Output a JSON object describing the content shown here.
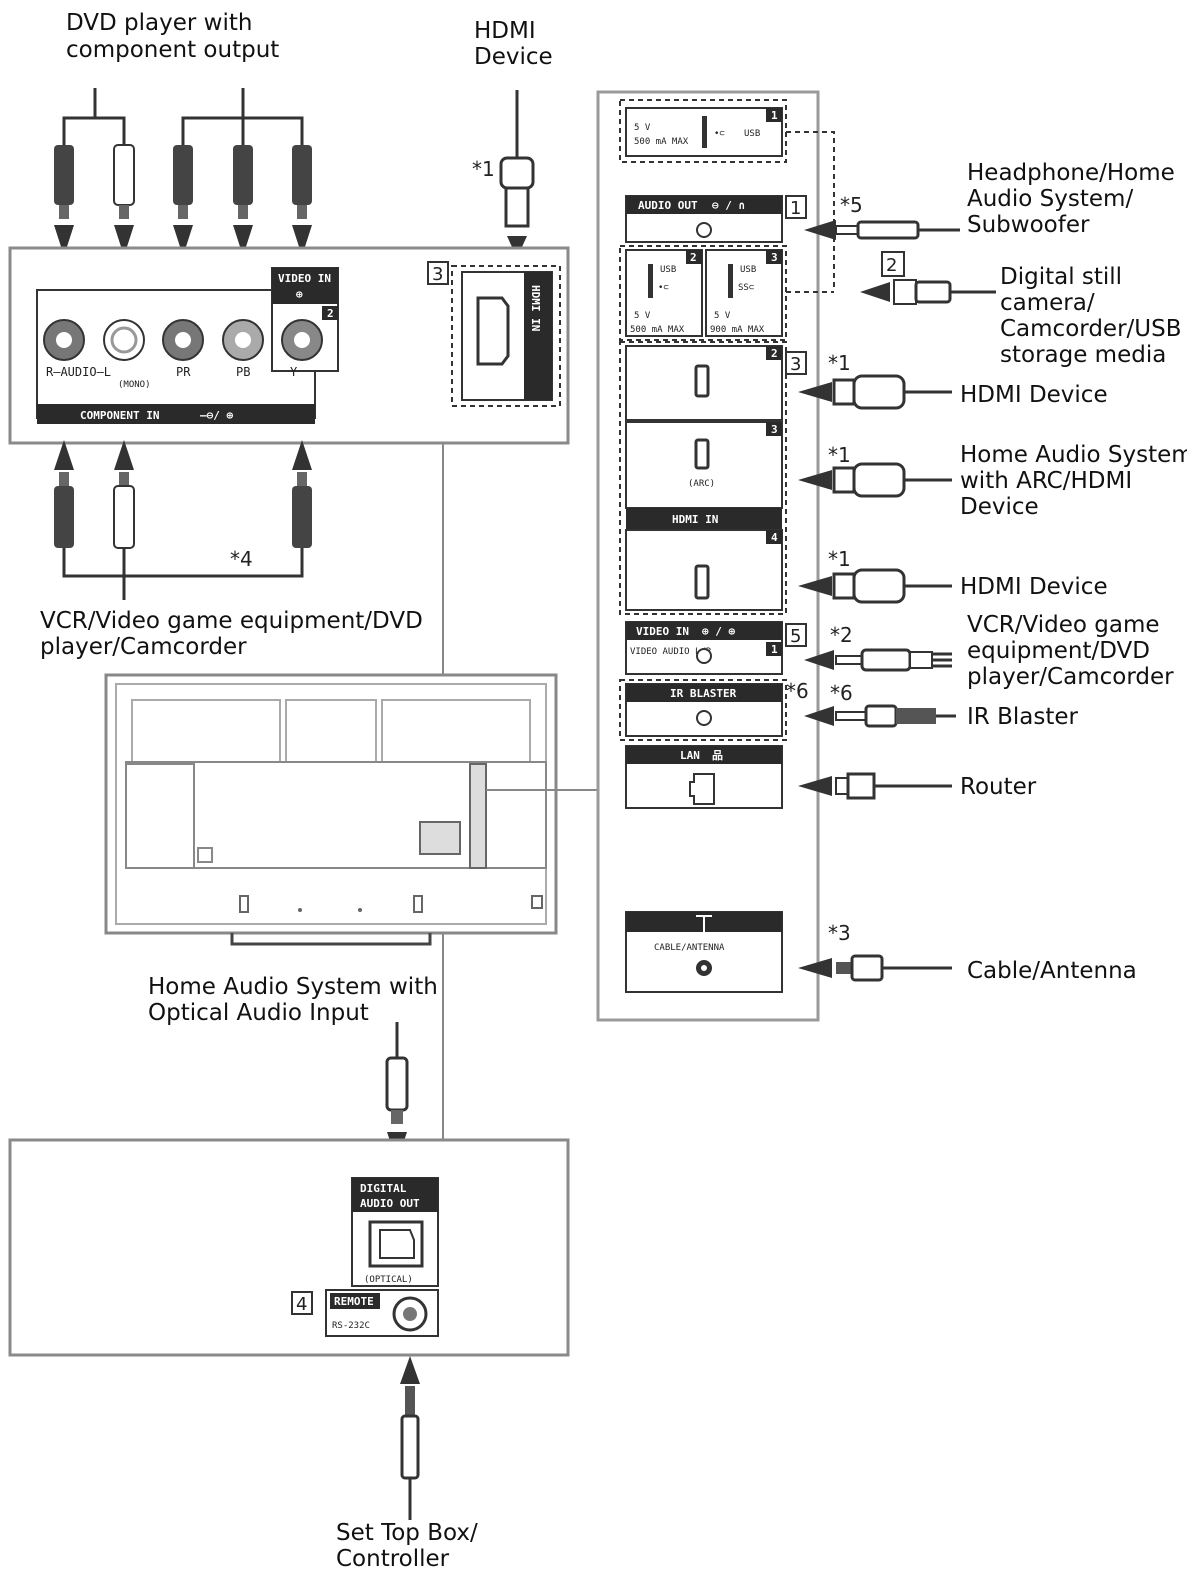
{
  "labels": {
    "dvd_component": [
      "DVD player with",
      "component output"
    ],
    "hdmi_top": [
      "HDMI",
      "Device"
    ],
    "headphone": [
      "Headphone/Home",
      "Audio System/",
      "Subwoofer"
    ],
    "digital_camera": [
      "Digital still",
      "camera/",
      "Camcorder/USB",
      "storage media"
    ],
    "hdmi_device_1": "HDMI Device",
    "home_audio_arc": [
      "Home Audio System",
      "with ARC/HDMI",
      "Device"
    ],
    "hdmi_device_2": "HDMI Device",
    "vcr_right": [
      "VCR/Video game",
      "equipment/DVD",
      "player/Camcorder"
    ],
    "ir_blaster": "IR Blaster",
    "router": "Router",
    "cable_antenna": "Cable/Antenna",
    "vcr_left": [
      "VCR/Video game equipment/DVD",
      "player/Camcorder"
    ],
    "home_audio_optical": [
      "Home Audio System with",
      "Optical Audio Input"
    ],
    "set_top_box": [
      "Set Top Box/",
      "Controller"
    ]
  },
  "footnotes": {
    "n1": "*1",
    "n2": "*2",
    "n3": "*3",
    "n4": "*4",
    "n5": "*5",
    "n6": "*6"
  },
  "callouts": {
    "c1": "1",
    "c2": "2",
    "c3": "3",
    "c4": "4",
    "c5": "5"
  },
  "port_labels": {
    "video_in": "VIDEO IN",
    "component_in": "COMPONENT IN",
    "r_audio_l": "R—AUDIO—L",
    "mono": "(MONO)",
    "pr": "PR",
    "pb": "PB",
    "y": "Y",
    "audio_out": "AUDIO OUT",
    "usb": "USB",
    "usb_5v": "5 V",
    "usb_500ma": "500 mA MAX",
    "usb_900ma": "900 mA MAX",
    "hdmi_in": "HDMI IN",
    "arc": "(ARC)",
    "video_in_r": "VIDEO IN",
    "video_audio_lr": "VIDEO AUDIO L/R",
    "ir_blaster_port": "IR BLASTER",
    "lan": "LAN",
    "cable_antenna_port": "CABLE/ANTENNA",
    "digital_audio_out": [
      "DIGITAL",
      "AUDIO OUT"
    ],
    "optical": "(OPTICAL)",
    "remote": "REMOTE",
    "rs232c": "RS-232C"
  },
  "port_numbers": {
    "p1": "1",
    "p2": "2",
    "p3": "3",
    "p4": "4"
  }
}
